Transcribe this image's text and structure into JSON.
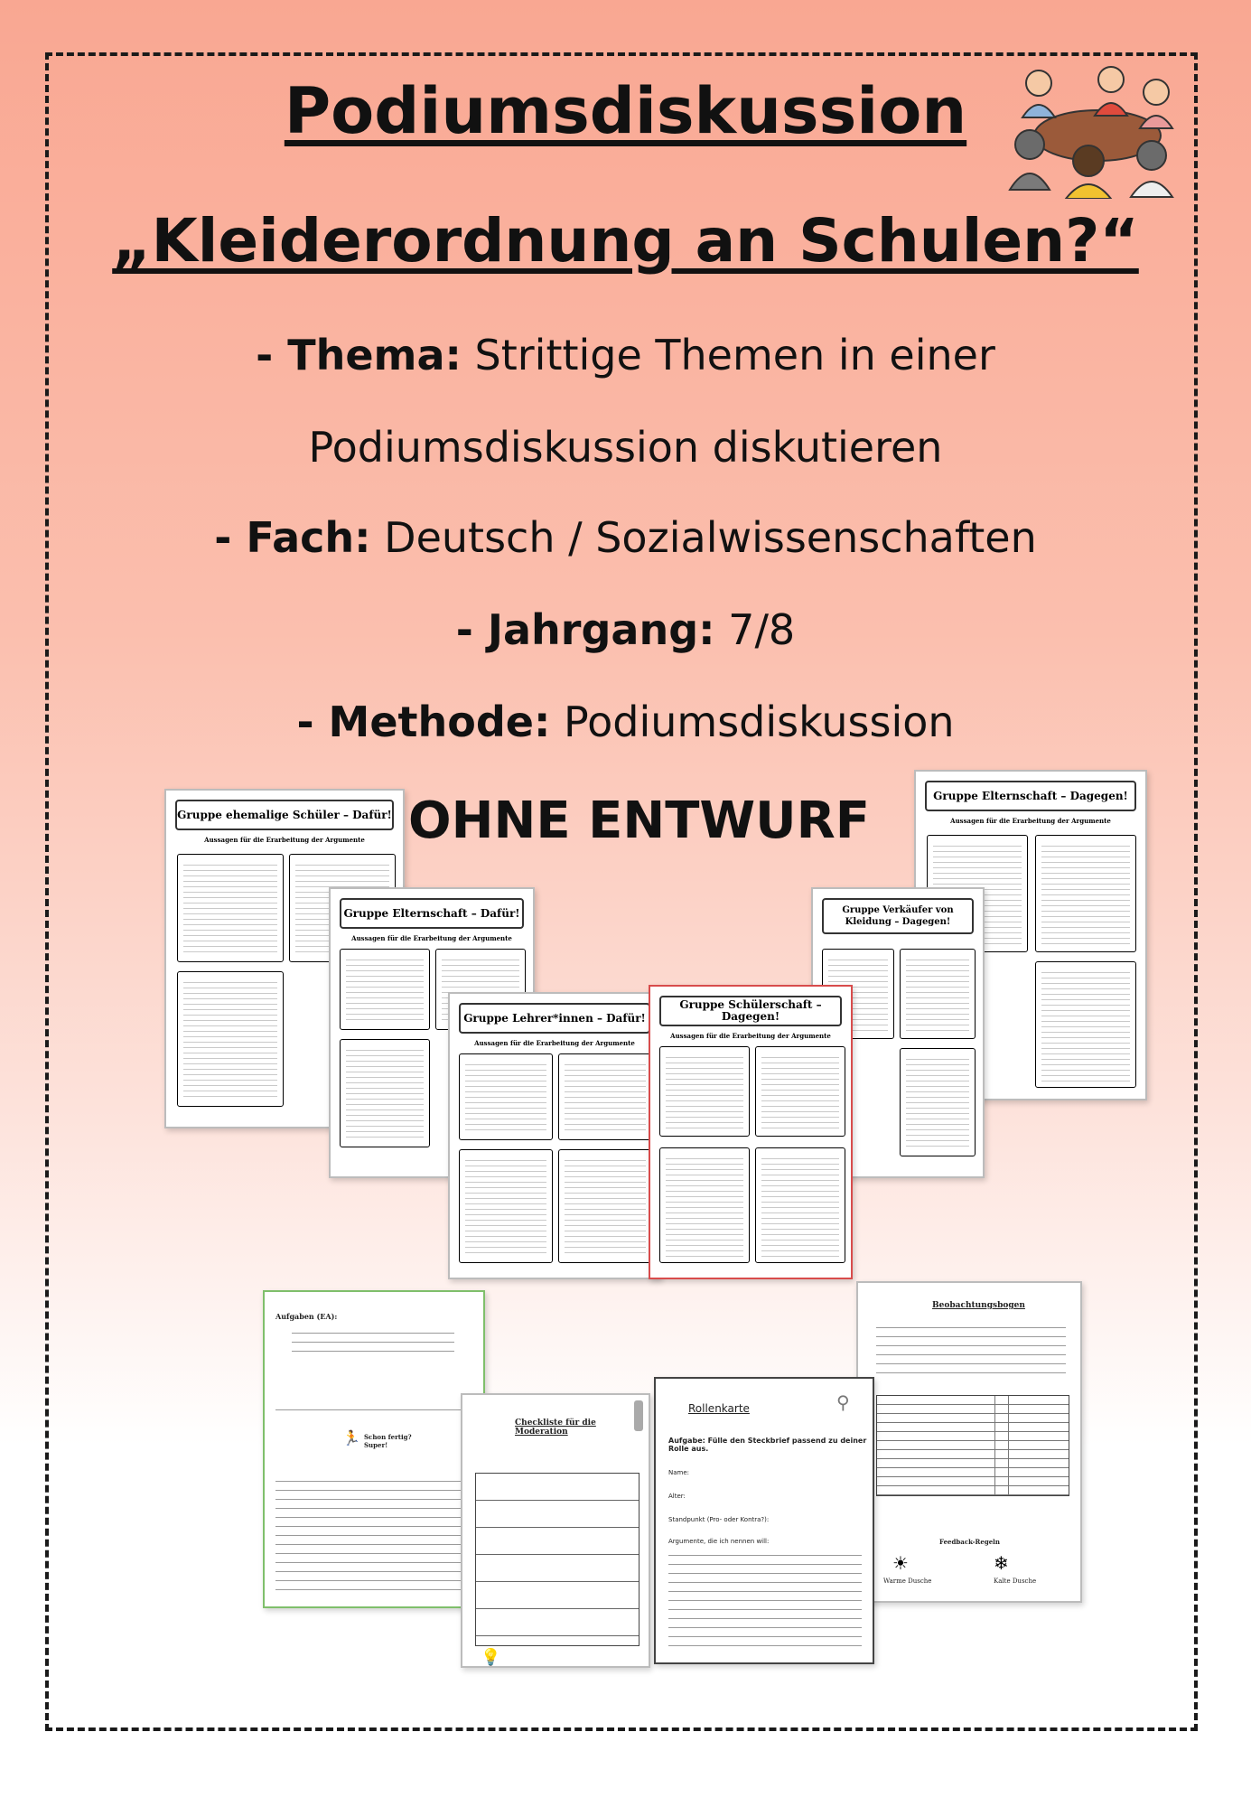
{
  "header": {
    "title": "Podiumsdiskussion",
    "subtitle": "„Kleiderordnung an Schulen?“"
  },
  "details": {
    "thema_label": "- Thema:",
    "thema_line1": "Strittige Themen in einer",
    "thema_line2": "Podiumsdiskussion diskutieren",
    "fach_label": "- Fach:",
    "fach_value": "Deutsch / Sozialwissenschaften",
    "jahrgang_label": "- Jahrgang:",
    "jahrgang_value": "7/8",
    "methode_label": "- Methode:",
    "methode_value": "Podiumsdiskussion",
    "note": "OHNE ENTWURF"
  },
  "sheets": {
    "s1": "Gruppe ehemalige Schüler – Dafür!",
    "s2": "Gruppe Elternschaft – Dafür!",
    "s3": "Gruppe Lehrer*innen – Dafür!",
    "s4": "Gruppe Schülerschaft – Dagegen!",
    "s5": "Gruppe Verkäufer von Kleidung – Dagegen!",
    "s6": "Gruppe Elternschaft – Dagegen!",
    "sub": "Aussagen für die Erarbeitung der Argumente",
    "checklist_title": "Checkliste für die Moderation",
    "rollen_title": "Rollenkarte",
    "rollen_task": "Aufgabe: Fülle den Steckbrief passend zu deiner Rolle aus.",
    "rollen_name": "Name:",
    "rollen_alter": "Alter:",
    "rollen_standpunkt": "Standpunkt (Pro- oder Kontra?):",
    "rollen_argumente": "Argumente, die ich nennen will:",
    "beob_title": "Beobachtungsbogen",
    "feedback_title": "Feedback-Regeln",
    "warm": "Warme Dusche",
    "kalt": "Kalte Dusche",
    "aufgaben": "Aufgaben (EA):",
    "schon_fertig": "Schon fertig? Super!"
  }
}
